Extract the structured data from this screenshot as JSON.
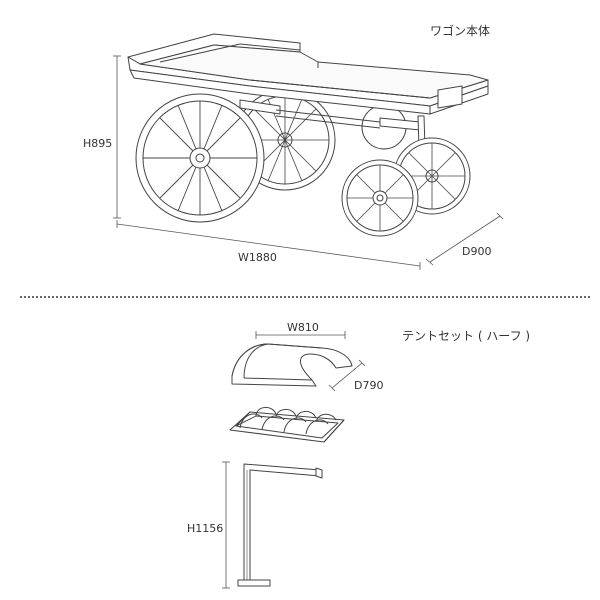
{
  "wagon": {
    "title": "ワゴン本体",
    "height": "H895",
    "width": "W1880",
    "depth": "D900"
  },
  "tent": {
    "title": "テントセット ( ハーフ )",
    "width": "W810",
    "depth": "D790",
    "height": "H1156"
  }
}
